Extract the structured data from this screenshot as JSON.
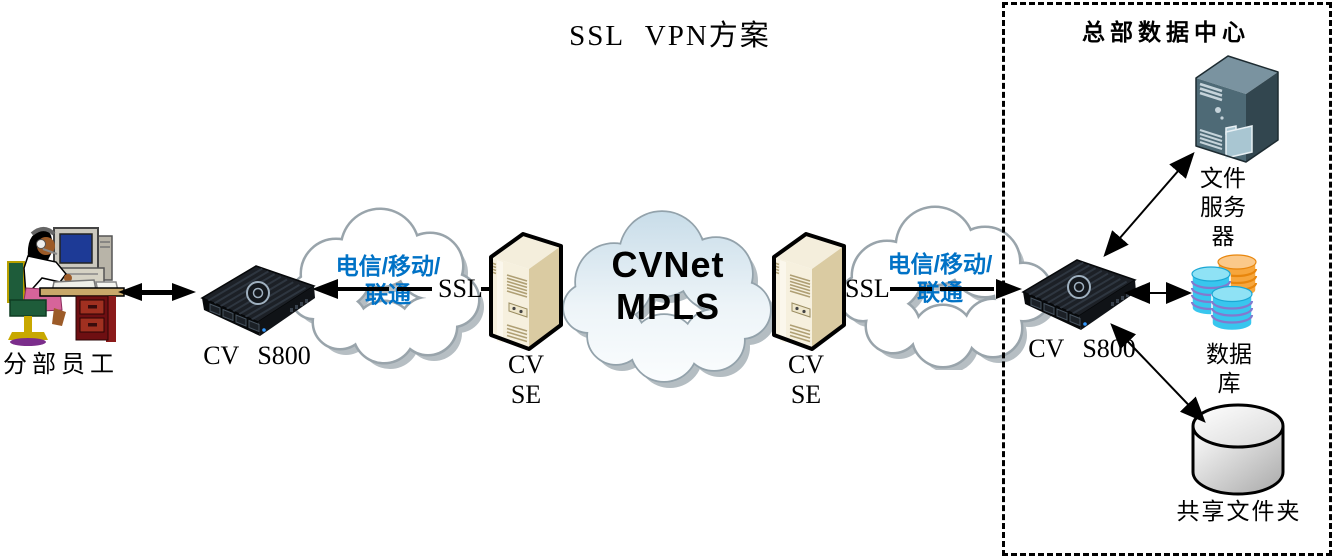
{
  "diagram": {
    "title": "SSL VPN方案",
    "branch": {
      "user_label": "分部员工",
      "router_label": "CV S800"
    },
    "links": {
      "left": {
        "carrier_line1": "电信/移动/",
        "carrier_line2": "联通",
        "protocol_label": "SSL"
      },
      "right": {
        "carrier_line1": "电信/移动/",
        "carrier_line2": "联通",
        "protocol_label": "SSL"
      }
    },
    "gateways": {
      "left_label": "CV SE",
      "right_label": "CV SE"
    },
    "core_cloud": {
      "line1": "CVNet",
      "line2": "MPLS"
    },
    "datacenter": {
      "title": "总部数据中心",
      "router_label": "CV S800",
      "file_server": {
        "line1": "文件",
        "line2": "服务",
        "line3": "器"
      },
      "database": {
        "line1": "数据",
        "line2": "库"
      },
      "shared_folder_label": "共享文件夹"
    },
    "icons": {
      "branch_user": "person-at-computer-icon",
      "branch_router": "router-device-icon",
      "carrier_cloud_left": "cloud-icon",
      "ssl_gateway_left": "server-tower-icon",
      "core_network": "cloud-icon",
      "ssl_gateway_right": "server-tower-icon",
      "carrier_cloud_right": "cloud-icon",
      "datacenter_router": "router-device-icon",
      "file_server": "computer-tower-icon",
      "database": "database-cylinders-icon",
      "shared_folder": "storage-drum-icon"
    },
    "colors": {
      "carrier_text_blue": "#0072C6",
      "cloud_outline_gray": "#99A4AB",
      "core_cloud_fill_blue": "#D3E3EC",
      "database_cyan": "#38C6EE",
      "database_orange": "#F7A63C",
      "gateway_tan": "#F6F0DE",
      "file_server_slate": "#4E6A76",
      "arrow_black": "#000000"
    }
  }
}
